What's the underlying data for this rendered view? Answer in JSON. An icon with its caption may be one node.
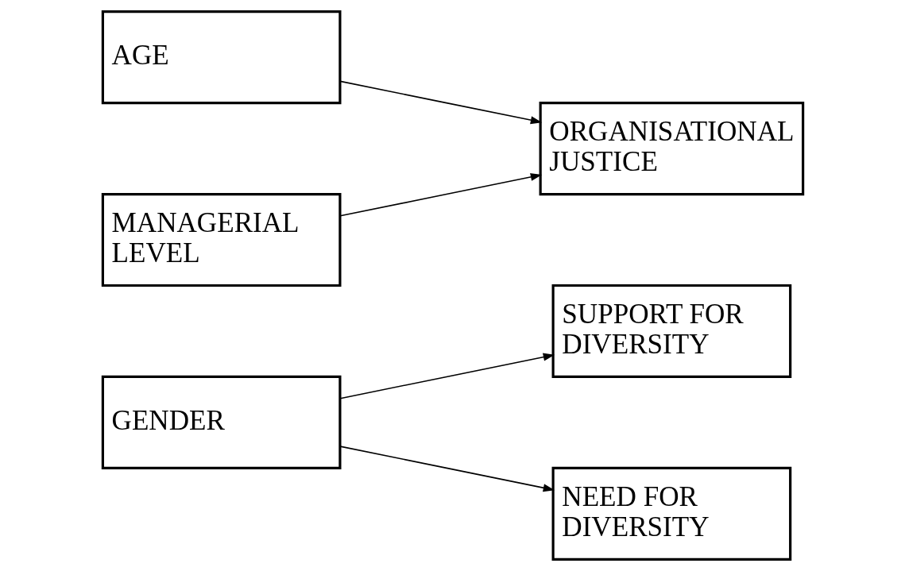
{
  "diagram": {
    "nodes": [
      {
        "text": [
          "AGE"
        ]
      },
      {
        "text": [
          "MANAGERIAL LEVEL"
        ]
      },
      {
        "text": [
          "GENDER"
        ]
      },
      {
        "text": [
          "ORGANISATIONAL JUSTICE"
        ]
      },
      {
        "text": [
          "SUPPORT FOR DIVERSITY"
        ]
      },
      {
        "text": [
          "NEED FOR DIVERSITY"
        ]
      }
    ],
    "edges": [
      {
        "from": 0,
        "to": 3,
        "arrow": "to"
      },
      {
        "from": 1,
        "to": 3,
        "arrow": "to"
      },
      {
        "from": 2,
        "to": 4,
        "arrow": "to"
      },
      {
        "from": 2,
        "to": 5,
        "arrow": "to"
      }
    ]
  }
}
